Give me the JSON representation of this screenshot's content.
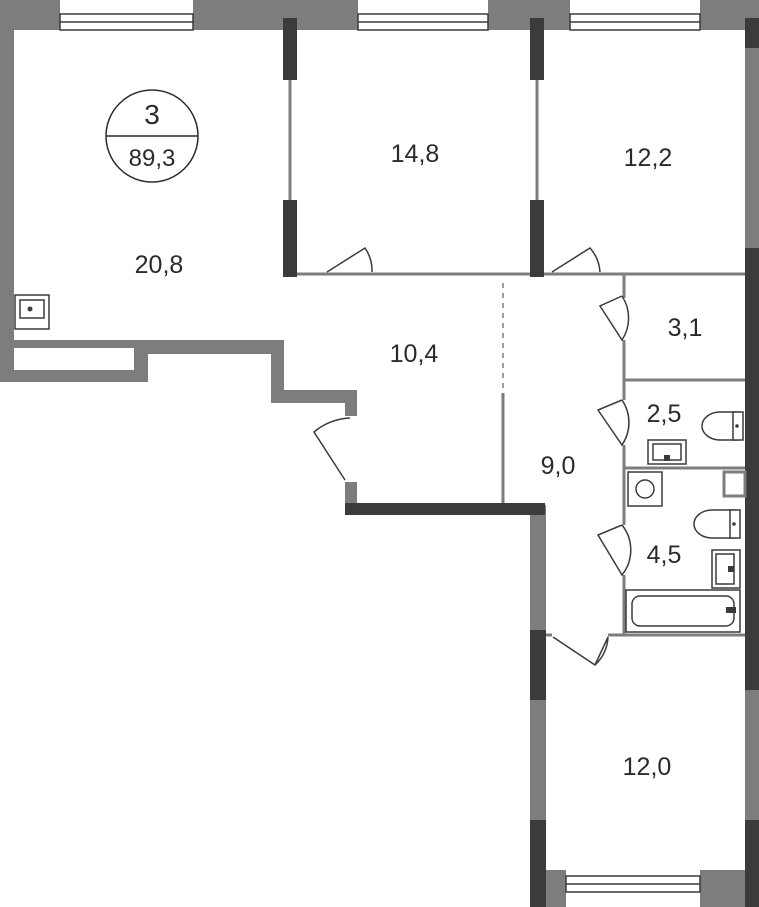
{
  "apartment": {
    "rooms_count": "3",
    "total_area": "89,3"
  },
  "rooms": {
    "living_room": "20,8",
    "bedroom_top_middle": "14,8",
    "bedroom_top_right": "12,2",
    "hall": "10,4",
    "corridor": "9,0",
    "storage": "3,1",
    "toilet": "2,5",
    "bathroom": "4,5",
    "bedroom_bottom": "12,0"
  },
  "colors": {
    "wall": "#7d7d7d",
    "wall_dark": "#3b3b3b",
    "text": "#2b2b2b"
  }
}
